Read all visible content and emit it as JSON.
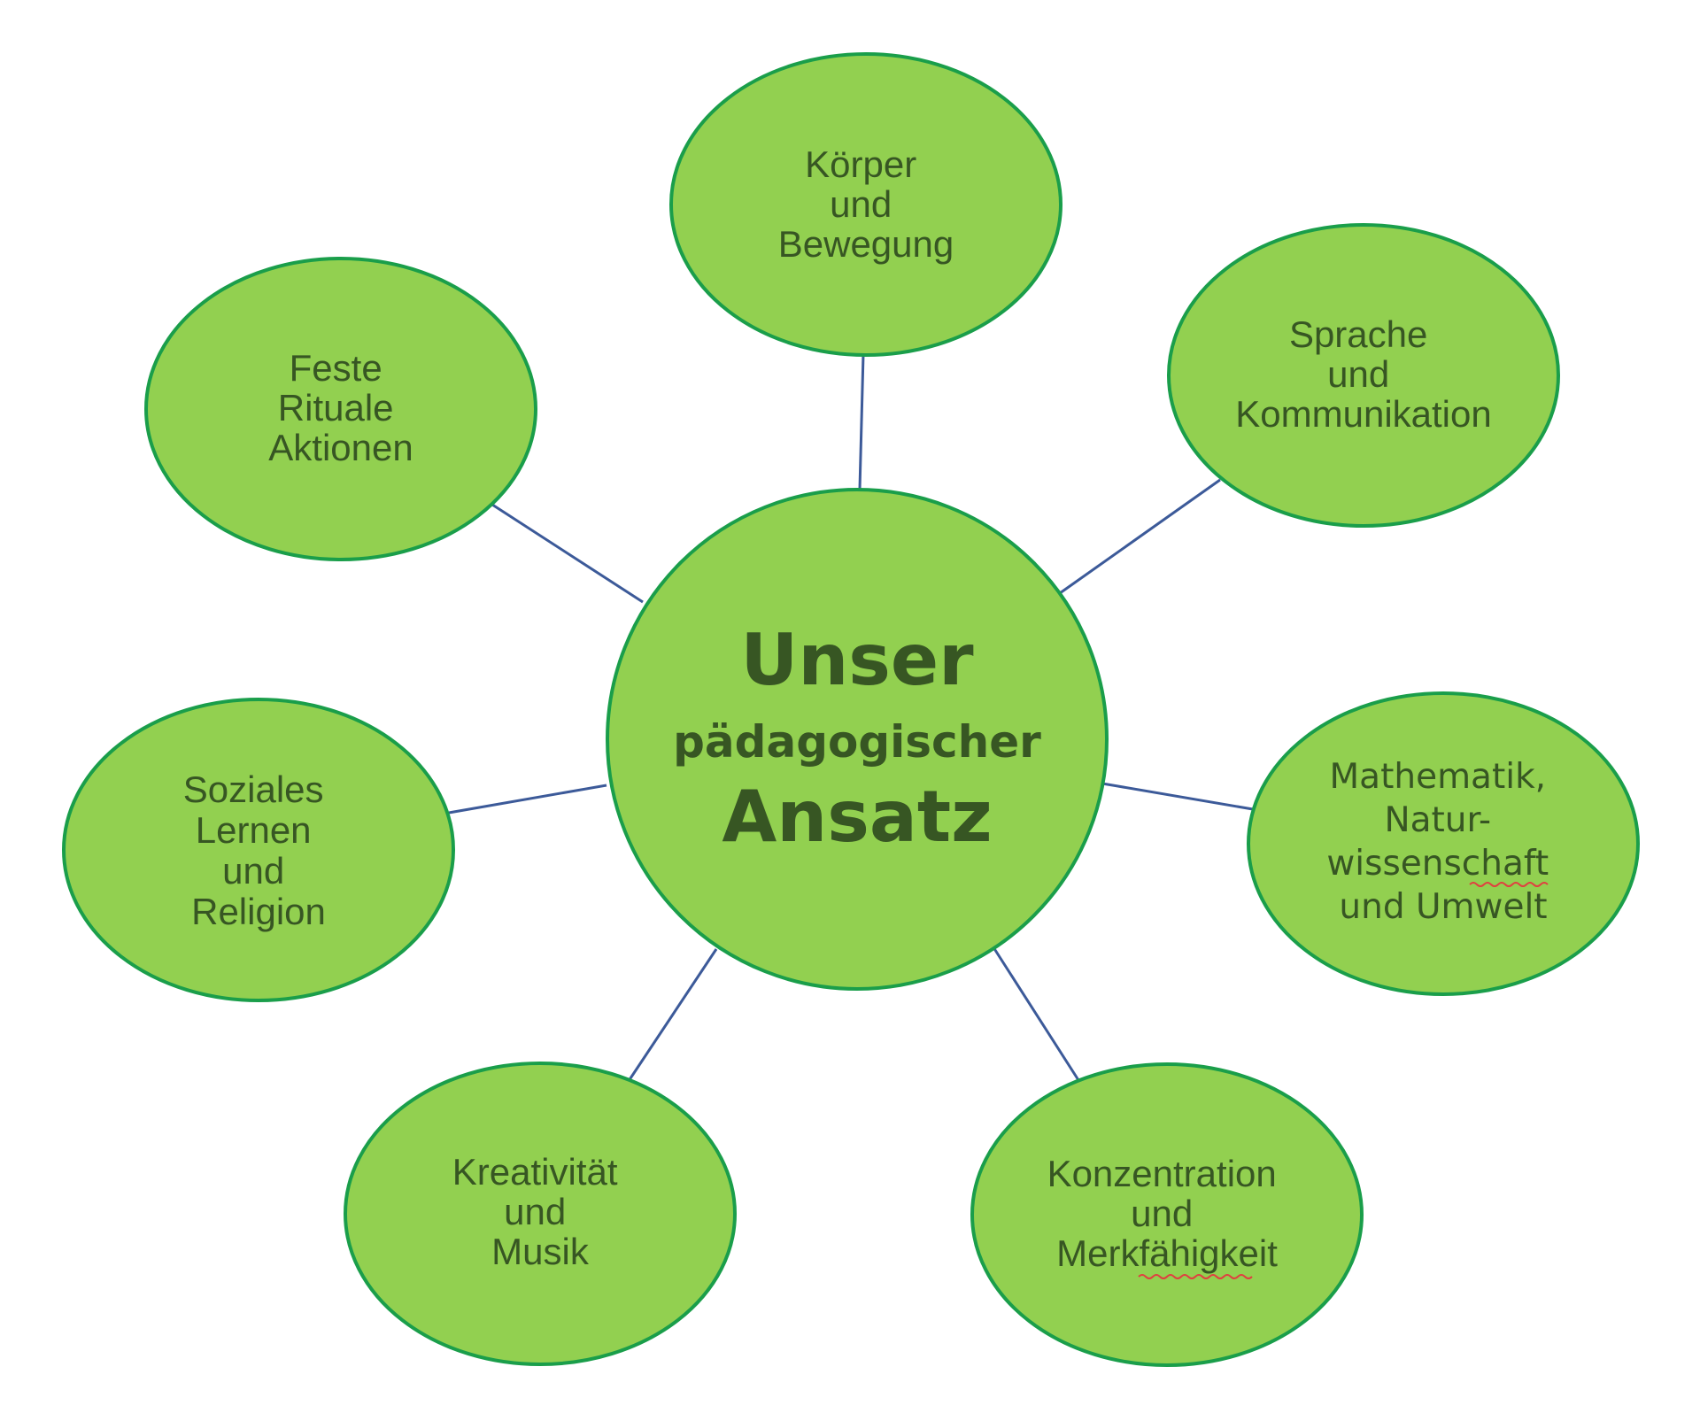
{
  "center": {
    "line1": "Unser",
    "line2": "pädagogischer",
    "line3": "Ansatz"
  },
  "nodes": {
    "koerper": {
      "lines": [
        "Körper",
        "und",
        "Bewegung"
      ]
    },
    "sprache": {
      "lines": [
        "Sprache",
        "und",
        "Kommunikation"
      ]
    },
    "mathematik": {
      "lines": [
        "Mathematik,",
        "Natur-",
        "wissenschaft",
        "und Umwelt"
      ]
    },
    "konzentration": {
      "lines": [
        "Konzentration",
        "und",
        "Merkfähigkeit"
      ]
    },
    "kreativitaet": {
      "lines": [
        "Kreativität",
        "und",
        "Musik"
      ]
    },
    "soziales": {
      "lines": [
        "Soziales",
        "Lernen",
        "und",
        "Religion"
      ]
    },
    "feste": {
      "lines": [
        "Feste",
        "Rituale",
        "Aktionen"
      ]
    }
  },
  "colors": {
    "node_fill": "#92d050",
    "node_border": "#1a9e4a",
    "text": "#375623",
    "connector": "#3c5a99",
    "spellcheck_underline": "#e04040"
  }
}
